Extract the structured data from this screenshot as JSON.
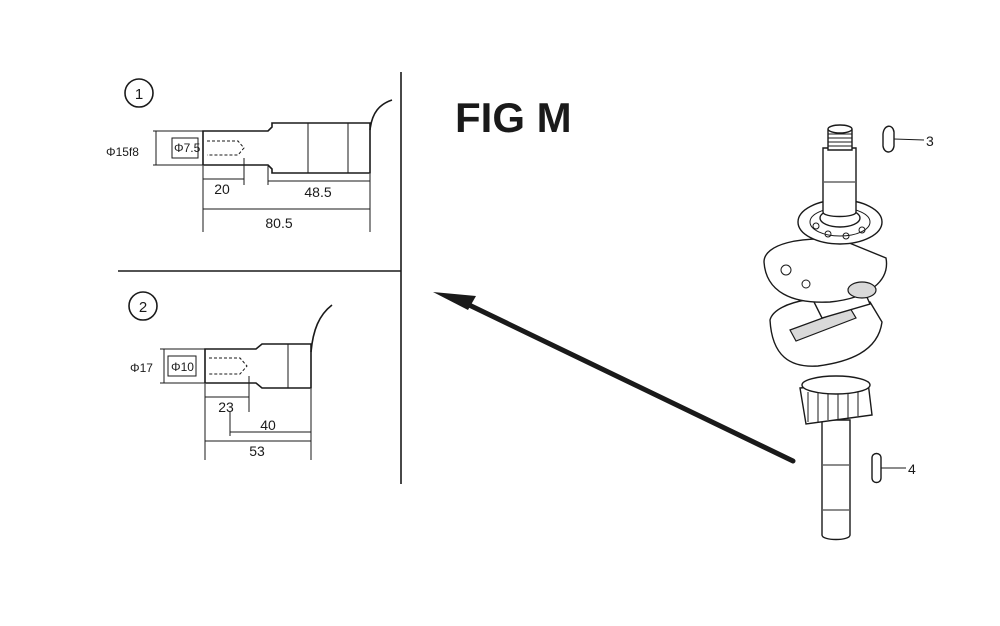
{
  "figure": {
    "title": "FIG M"
  },
  "detail_1": {
    "number": "1",
    "outer_diameter": "Φ15f8",
    "inner_diameter": "Φ7.5",
    "dim_a": "20",
    "dim_b": "48.5",
    "dim_total": "80.5"
  },
  "detail_2": {
    "number": "2",
    "outer_diameter": "Φ17",
    "inner_diameter": "Φ10",
    "dim_a": "23",
    "dim_b": "40",
    "dim_total": "53"
  },
  "callouts": {
    "part_3": "3",
    "part_4": "4"
  },
  "colors": {
    "ink": "#1a1a1a",
    "shade": "#d9d9d9"
  }
}
